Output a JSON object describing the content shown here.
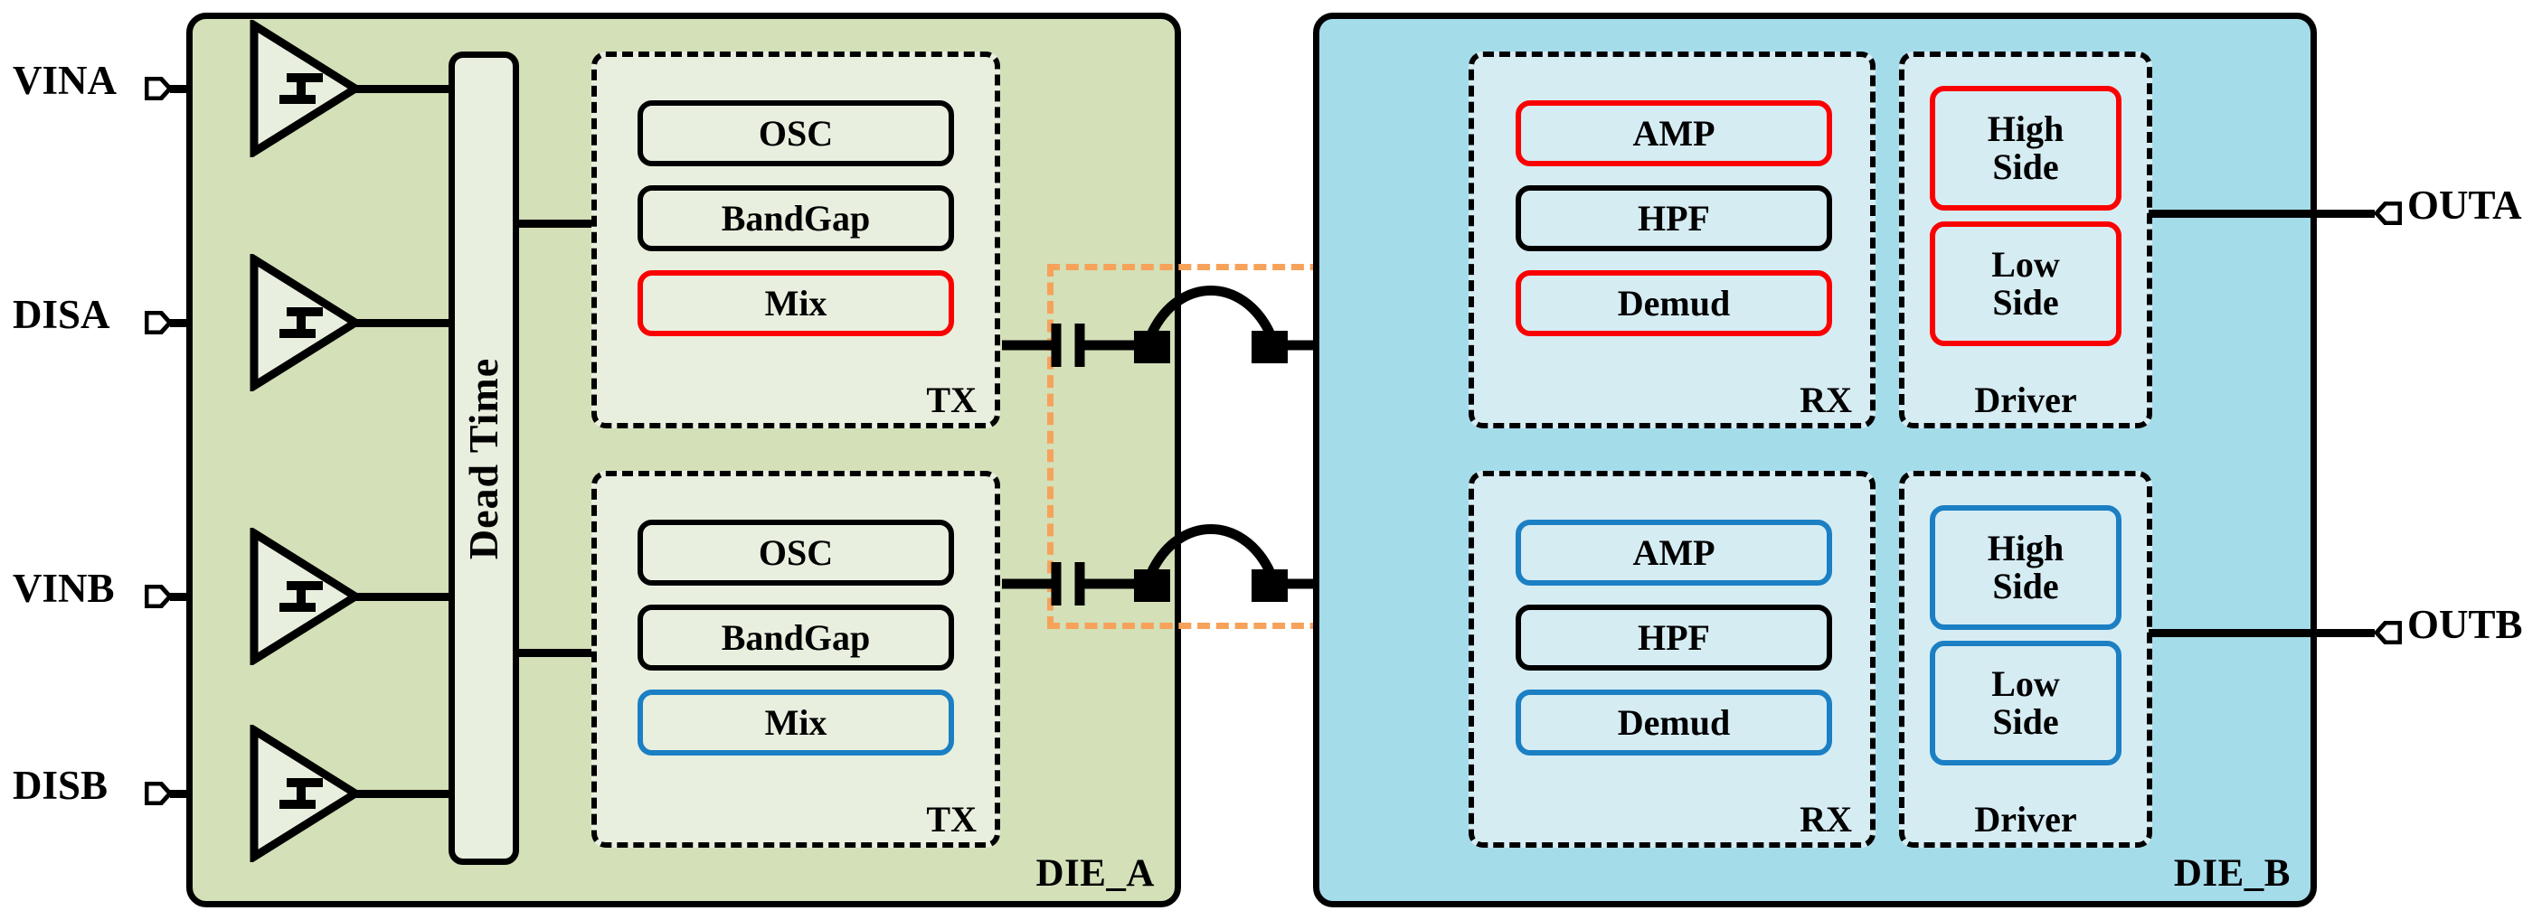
{
  "diagram": {
    "title": "Capacitive isolated dual-channel gate driver block diagram",
    "colors": {
      "die_a_fill": "#d3e0b8",
      "die_b_fill": "#a5dcea",
      "tx_inner_fill": "#e8efdf",
      "rx_inner_fill": "#d6ecf3",
      "channel_a_accent": "#fb0000",
      "channel_b_accent": "#1b7fc4",
      "isolation_box": "#f7a25a",
      "outline": "#000000"
    }
  },
  "inputs": [
    {
      "label": "VINA"
    },
    {
      "label": "DISA"
    },
    {
      "label": "VINB"
    },
    {
      "label": "DISB"
    }
  ],
  "outputs": [
    {
      "label": "OUTA"
    },
    {
      "label": "OUTB"
    }
  ],
  "die_a": {
    "label": "DIE_A",
    "dead_time": {
      "label": "Dead Time"
    },
    "buffers": [
      {
        "symbol": "schmitt-trigger"
      },
      {
        "symbol": "schmitt-trigger"
      },
      {
        "symbol": "schmitt-trigger"
      },
      {
        "symbol": "schmitt-trigger"
      }
    ],
    "tx_blocks": [
      {
        "label": "TX",
        "channel": "A",
        "cells": [
          {
            "label": "OSC",
            "accent": "black"
          },
          {
            "label": "BandGap",
            "accent": "black"
          },
          {
            "label": "Mix",
            "accent": "red"
          }
        ]
      },
      {
        "label": "TX",
        "channel": "B",
        "cells": [
          {
            "label": "OSC",
            "accent": "black"
          },
          {
            "label": "BandGap",
            "accent": "black"
          },
          {
            "label": "Mix",
            "accent": "blue"
          }
        ]
      }
    ]
  },
  "isolation": {
    "label": "",
    "barrier_elements": [
      "capacitor",
      "bond-wire",
      "capacitor"
    ],
    "channels": 2
  },
  "die_b": {
    "label": "DIE_B",
    "rx_blocks": [
      {
        "label": "RX",
        "channel": "A",
        "cells": [
          {
            "label": "AMP",
            "accent": "red"
          },
          {
            "label": "HPF",
            "accent": "black"
          },
          {
            "label": "Demud",
            "accent": "red"
          }
        ]
      },
      {
        "label": "RX",
        "channel": "B",
        "cells": [
          {
            "label": "AMP",
            "accent": "blue"
          },
          {
            "label": "HPF",
            "accent": "black"
          },
          {
            "label": "Demud",
            "accent": "blue"
          }
        ]
      }
    ],
    "driver_blocks": [
      {
        "label": "Driver",
        "channel": "A",
        "cells": [
          {
            "line1": "High",
            "line2": "Side",
            "accent": "red"
          },
          {
            "line1": "Low",
            "line2": "Side",
            "accent": "red"
          }
        ]
      },
      {
        "label": "Driver",
        "channel": "B",
        "cells": [
          {
            "line1": "High",
            "line2": "Side",
            "accent": "blue"
          },
          {
            "line1": "Low",
            "line2": "Side",
            "accent": "blue"
          }
        ]
      }
    ]
  }
}
